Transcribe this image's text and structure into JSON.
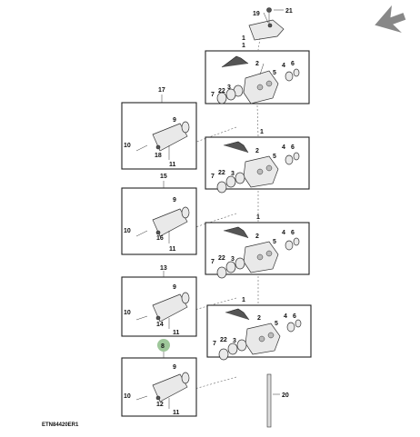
{
  "callouts": {
    "top_19": "19",
    "top_21": "21",
    "top_1": "1",
    "p1": {
      "box": "1",
      "n2": "2",
      "n3": "3",
      "n4": "4",
      "n5": "5",
      "n6": "6",
      "n7": "7",
      "n22": "22"
    },
    "p2": {
      "box": "1",
      "n2": "2",
      "n3": "3",
      "n4": "4",
      "n5": "5",
      "n6": "6",
      "n7": "7",
      "n22": "22"
    },
    "p3": {
      "box": "1",
      "n2": "2",
      "n3": "3",
      "n4": "4",
      "n5": "5",
      "n6": "6",
      "n7": "7",
      "n22": "22"
    },
    "p4": {
      "box": "1",
      "n2": "2",
      "n3": "3",
      "n4": "4",
      "n5": "5",
      "n6": "6",
      "n7": "7",
      "n22": "22"
    },
    "c1": {
      "title": "17",
      "n9": "9",
      "n10": "10",
      "n18": "18",
      "n11": "11"
    },
    "c2": {
      "title": "15",
      "n9": "9",
      "n10": "10",
      "n16": "16",
      "n11": "11"
    },
    "c3": {
      "title": "13",
      "n9": "9",
      "n10": "10",
      "n14": "14",
      "n11": "11"
    },
    "c4": {
      "title": "8",
      "n9": "9",
      "n10": "10",
      "n12": "12",
      "n11": "11"
    },
    "rod": "20"
  },
  "caption": "ETN84420ER1",
  "icon": "arrow-icon",
  "colors": {
    "highlight": "#9ec79a",
    "line": "#222222",
    "part": "#e9e9e9"
  }
}
